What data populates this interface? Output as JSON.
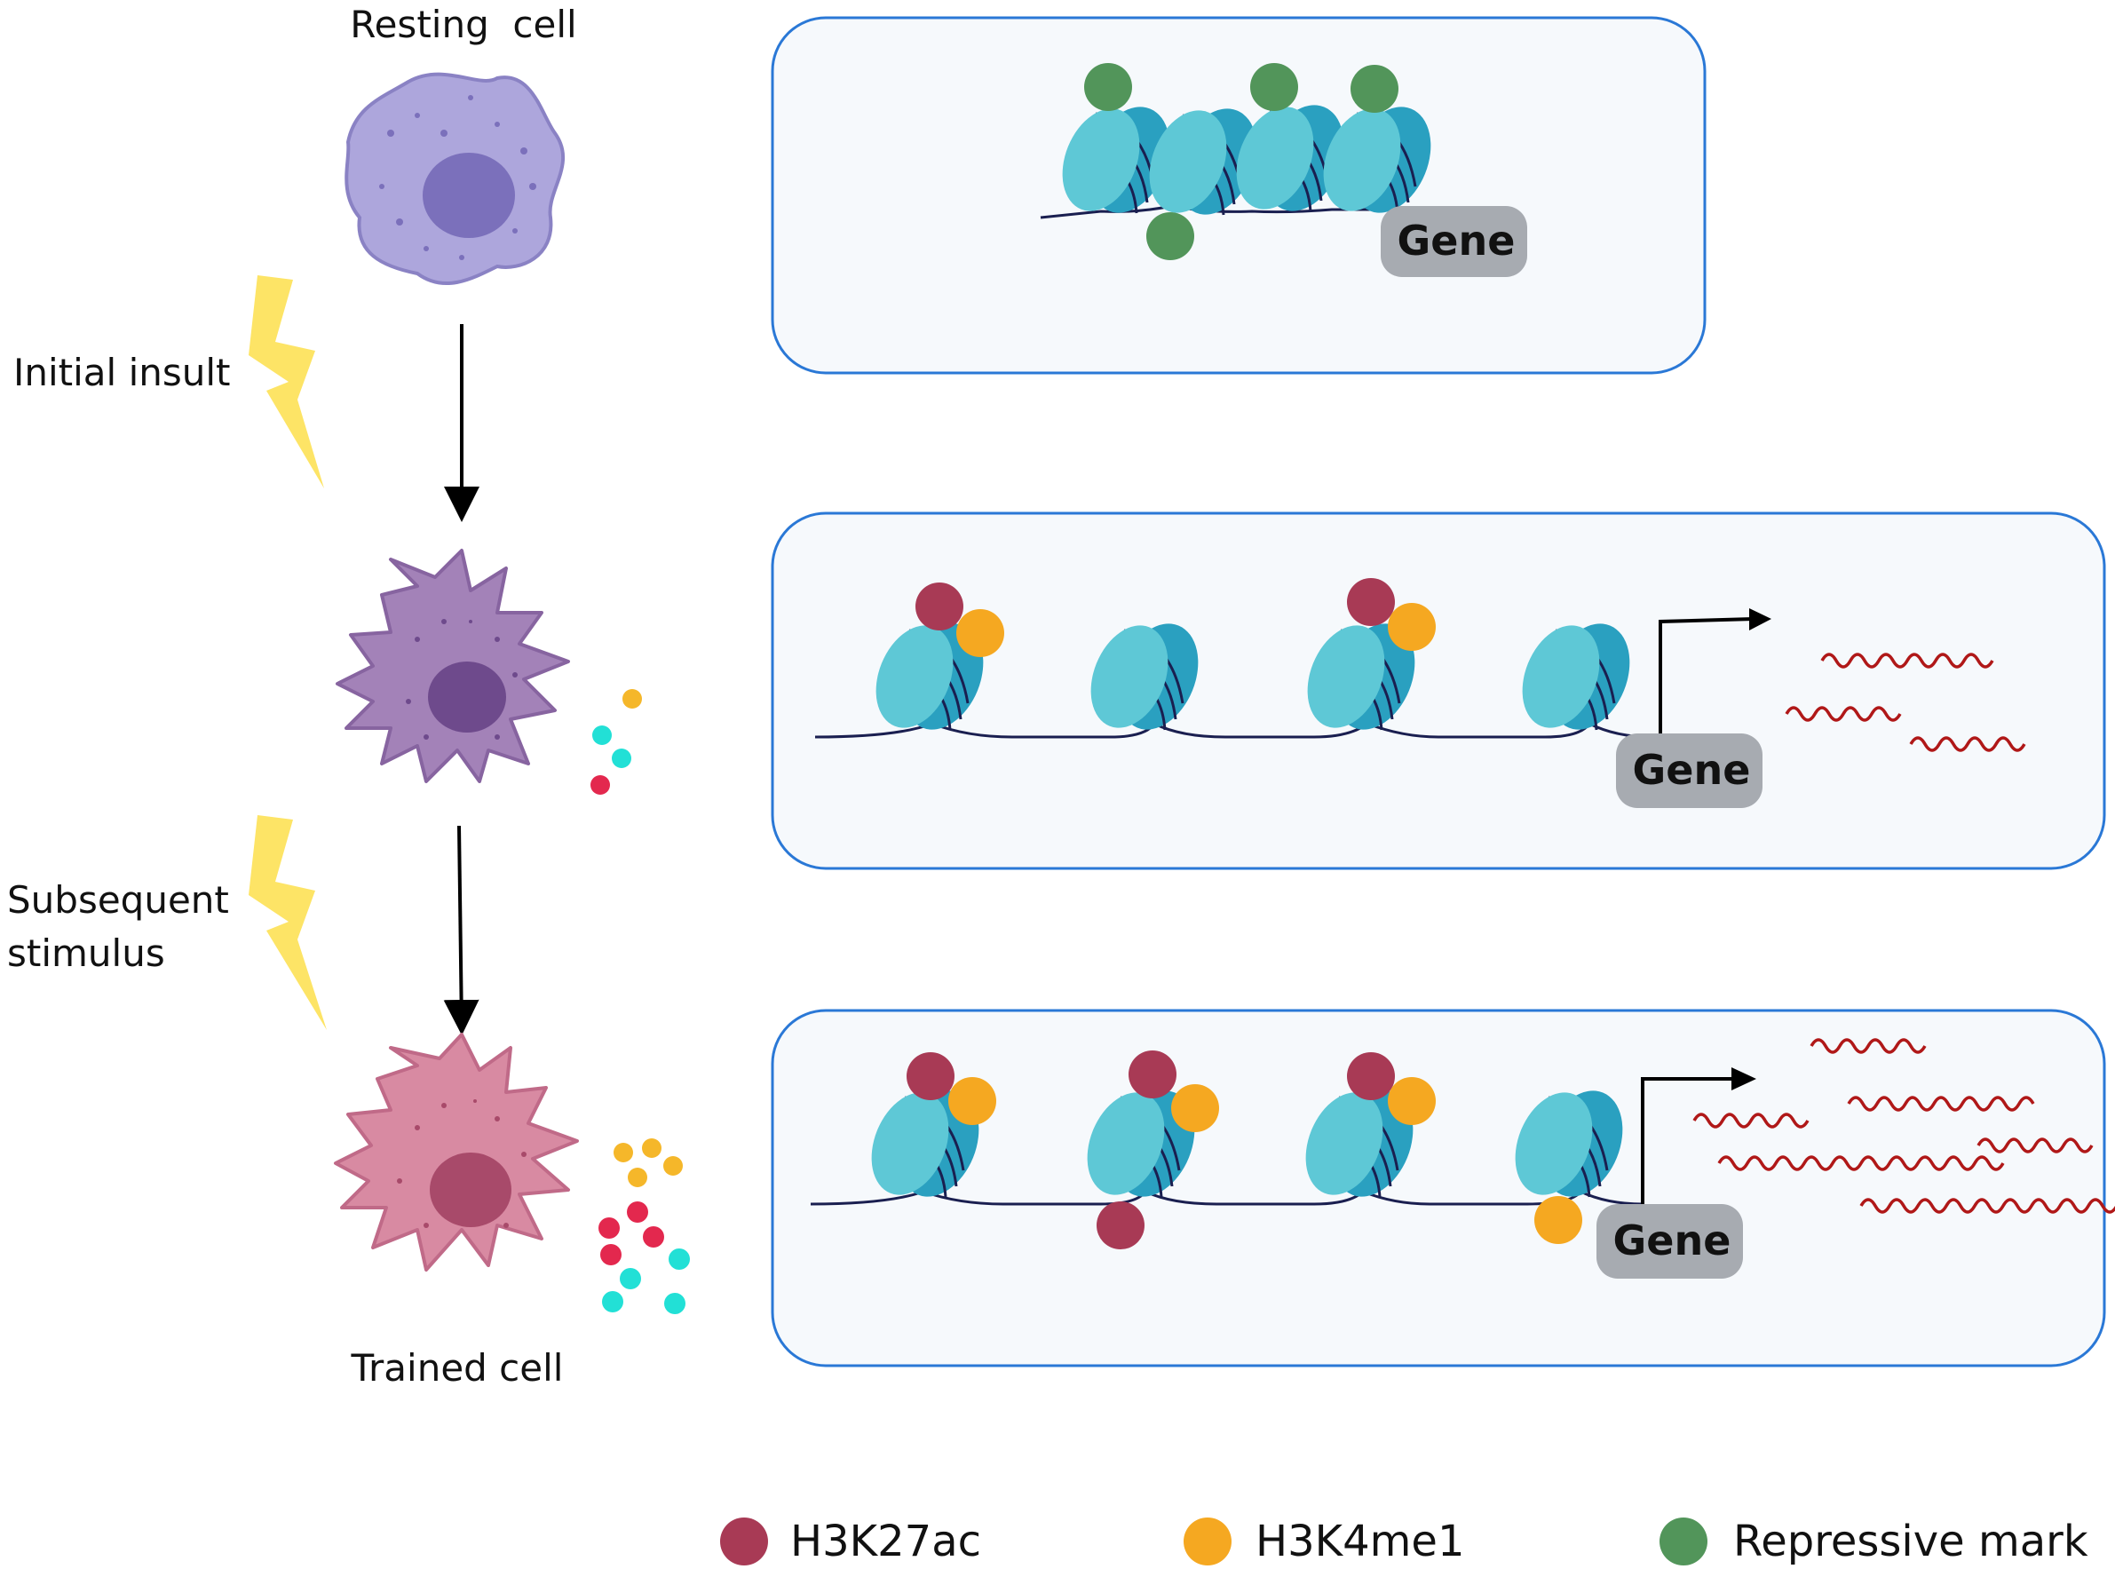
{
  "labels": {
    "resting_cell": "Resting  cell",
    "initial_insult": "Initial insult",
    "subsequent_stimulus_line1": "Subsequent",
    "subsequent_stimulus_line2": "stimulus",
    "trained_cell": "Trained cell"
  },
  "panels": [
    {
      "gene_label": "Gene",
      "state": "repressed",
      "marks": [
        "Repressive mark"
      ]
    },
    {
      "gene_label": "Gene",
      "state": "active",
      "marks": [
        "H3K27ac",
        "H3K4me1"
      ]
    },
    {
      "gene_label": "Gene",
      "state": "trained",
      "marks": [
        "H3K27ac",
        "H3K4me1"
      ]
    }
  ],
  "legend": [
    {
      "label": "H3K27ac",
      "color": "#a83a55"
    },
    {
      "label": "H3K4me1",
      "color": "#f5a821"
    },
    {
      "label": "Repressive mark",
      "color": "#52955a"
    }
  ],
  "colors": {
    "panel_border": "#2a78d6",
    "panel_fill": "#f6f9fc",
    "nucleosome": "#5ec8d6",
    "nucleosome_dark": "#2aa0c0",
    "dna": "#1a1f50",
    "gene_box": "#a7abb1",
    "transcript": "#b01818",
    "lightning": "#fde466",
    "resting_cell": "#ada6dc",
    "activated_cell": "#a382b8",
    "trained_cell": "#d88aa2",
    "cytokine_cyan": "#22e0d6",
    "cytokine_red": "#e3284e",
    "cytokine_yellow": "#f5b72a"
  }
}
